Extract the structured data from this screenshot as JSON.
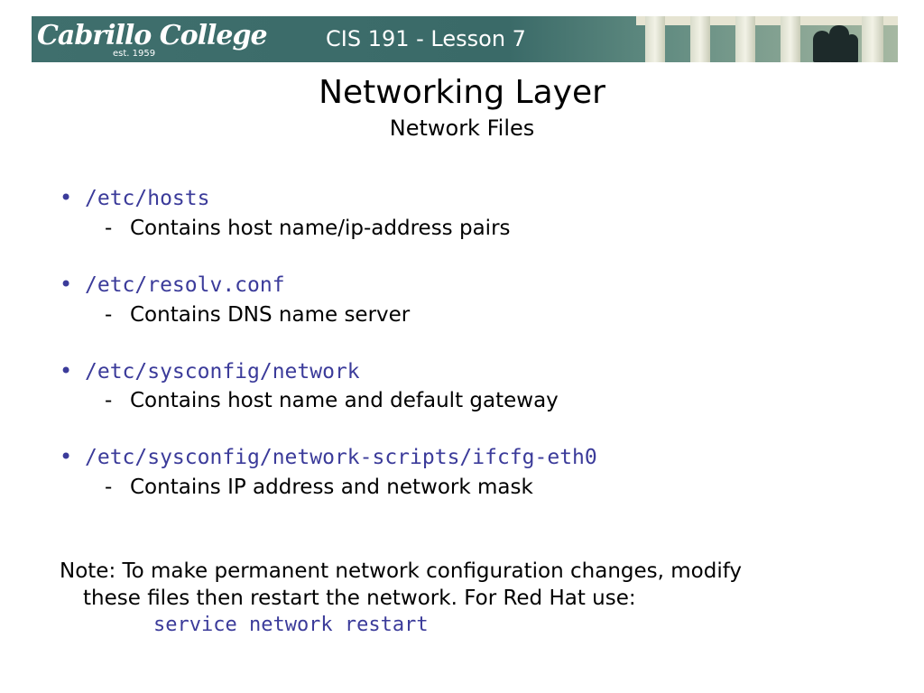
{
  "header": {
    "logo_name": "Cabrillo College",
    "logo_est": "est. 1959",
    "course": "CIS 191 - Lesson 7"
  },
  "slide": {
    "title": "Networking Layer",
    "subtitle": "Network Files"
  },
  "bullets": [
    {
      "path": "/etc/hosts",
      "desc": "Contains host name/ip-address pairs"
    },
    {
      "path": "/etc/resolv.conf",
      "desc": "Contains DNS name server"
    },
    {
      "path": "/etc/sysconfig/network",
      "desc": "Contains host name and default gateway"
    },
    {
      "path": "/etc/sysconfig/network-scripts/ifcfg-eth0",
      "desc": "Contains IP address and network mask"
    }
  ],
  "note": {
    "line1": "Note:  To make permanent network configuration changes, modify",
    "line2": "these files then restart the network.  For Red Hat use:",
    "command": "service network restart"
  },
  "symbols": {
    "bullet": "•",
    "dash": "-"
  },
  "colors": {
    "banner": "#3f6f6d",
    "code": "#3b3b9a",
    "text": "#000000"
  }
}
